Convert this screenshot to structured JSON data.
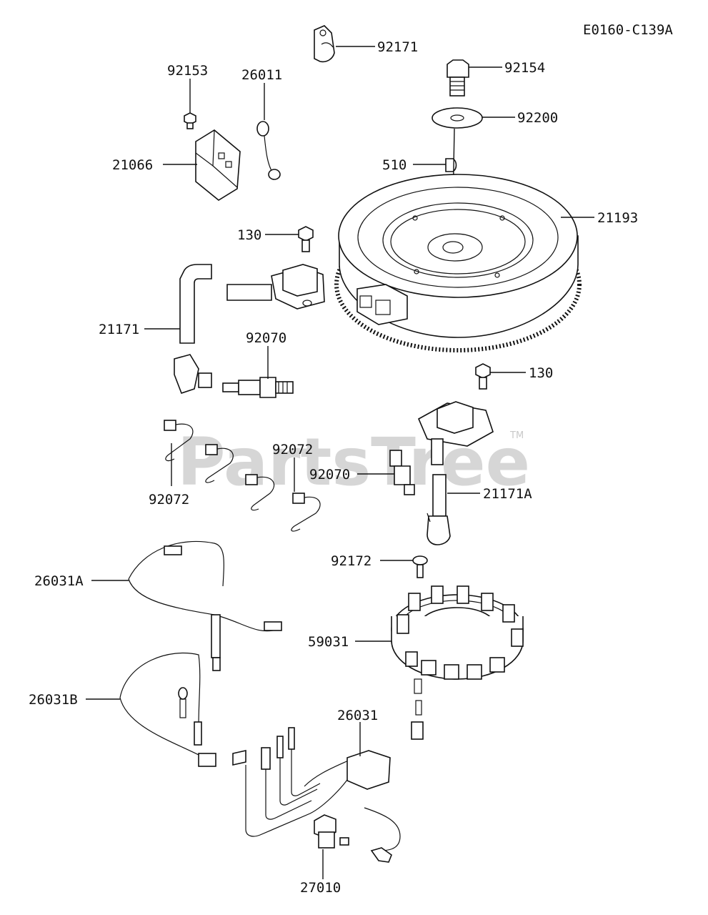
{
  "diagram_code": "E0160-C139A",
  "watermark": {
    "text": "PartsTree",
    "tm": "TM"
  },
  "parts": {
    "p92171": "92171",
    "p92154": "92154",
    "p92200": "92200",
    "p510": "510",
    "p21193": "21193",
    "p92153": "92153",
    "p26011": "26011",
    "p21066": "21066",
    "p130_top": "130",
    "p21171": "21171",
    "p92070_top": "92070",
    "p130_right": "130",
    "p92072_right": "92072",
    "p92070_right": "92070",
    "p21171A": "21171A",
    "p92072_left": "92072",
    "p92172": "92172",
    "p26031A": "26031A",
    "p59031": "59031",
    "p26031B": "26031B",
    "p26031": "26031",
    "p27010": "27010"
  }
}
